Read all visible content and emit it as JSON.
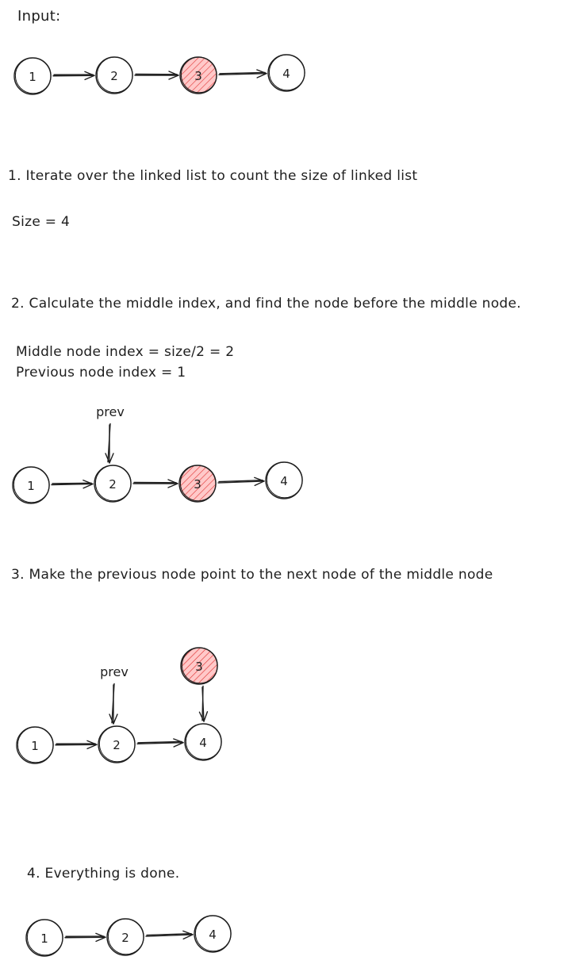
{
  "title": "Input:",
  "steps": {
    "step1": "1. Iterate over the linked list to count the size of linked list",
    "size_line": "Size = 4",
    "step2": "2. Calculate the middle index, and find the node before the middle node.",
    "middle_line": "Middle node index = size/2 = 2",
    "previous_line": "Previous node index = 1",
    "step3": "3. Make the previous node point to the next node of the middle node",
    "step4": "4. Everything is done."
  },
  "pointer_label": "prev",
  "colors": {
    "stroke": "#1e1e1e",
    "middle_node_fill": "#ffc9c9",
    "middle_node_hatch": "#e03131",
    "background": "#ffffff"
  },
  "diagrams": [
    {
      "id": "input",
      "nodes": [
        {
          "label": "1",
          "middle": false
        },
        {
          "label": "2",
          "middle": false
        },
        {
          "label": "3",
          "middle": true
        },
        {
          "label": "4",
          "middle": false
        }
      ],
      "edges": [
        [
          0,
          1
        ],
        [
          1,
          2
        ],
        [
          2,
          3
        ]
      ],
      "prev_pointer_on": null,
      "middle_pointer_on": null
    },
    {
      "id": "step2",
      "nodes": [
        {
          "label": "1",
          "middle": false
        },
        {
          "label": "2",
          "middle": false
        },
        {
          "label": "3",
          "middle": true
        },
        {
          "label": "4",
          "middle": false
        }
      ],
      "edges": [
        [
          0,
          1
        ],
        [
          1,
          2
        ],
        [
          2,
          3
        ]
      ],
      "prev_pointer_on": 1,
      "middle_pointer_on": null
    },
    {
      "id": "step3",
      "nodes": [
        {
          "label": "1",
          "middle": false
        },
        {
          "label": "2",
          "middle": false
        },
        {
          "label": "4",
          "middle": false
        },
        {
          "label": "3",
          "middle": true
        }
      ],
      "edges": [
        [
          0,
          1
        ],
        [
          1,
          2
        ]
      ],
      "prev_pointer_on": 1,
      "middle_pointer_on": 2
    },
    {
      "id": "final",
      "nodes": [
        {
          "label": "1",
          "middle": false
        },
        {
          "label": "2",
          "middle": false
        },
        {
          "label": "4",
          "middle": false
        }
      ],
      "edges": [
        [
          0,
          1
        ],
        [
          1,
          2
        ]
      ],
      "prev_pointer_on": null,
      "middle_pointer_on": null
    }
  ]
}
